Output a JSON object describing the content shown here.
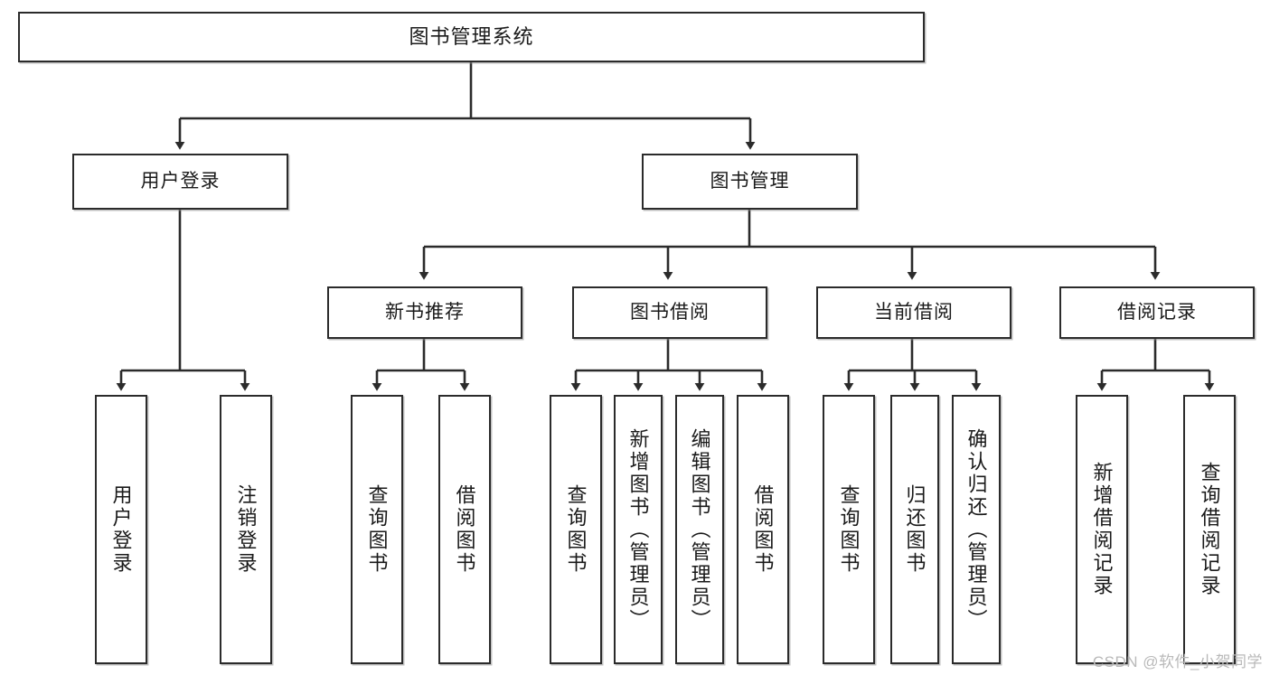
{
  "diagram": {
    "type": "tree",
    "title": "图书管理系统",
    "watermark": "CSDN @软件_小贺同学",
    "colors": {
      "box_border": "#2b2b2b",
      "box_fill": "#ffffff",
      "connector": "#2b2b2b",
      "background": "#ffffff",
      "watermark": "#b9b9b9"
    },
    "nodes": {
      "root": {
        "label": "图书管理系统"
      },
      "l1": [
        {
          "label": "用户登录"
        },
        {
          "label": "图书管理"
        }
      ],
      "l2": [
        {
          "label": "新书推荐"
        },
        {
          "label": "图书借阅"
        },
        {
          "label": "当前借阅"
        },
        {
          "label": "借阅记录"
        }
      ],
      "leaves": [
        {
          "label": "用户登录",
          "parent": "用户登录"
        },
        {
          "label": "注销登录",
          "parent": "用户登录"
        },
        {
          "label": "查询图书",
          "parent": "新书推荐"
        },
        {
          "label": "借阅图书",
          "parent": "新书推荐"
        },
        {
          "label": "查询图书",
          "parent": "图书借阅"
        },
        {
          "label": "新增图书（管理员）",
          "parent": "图书借阅"
        },
        {
          "label": "编辑图书（管理员）",
          "parent": "图书借阅"
        },
        {
          "label": "借阅图书",
          "parent": "图书借阅"
        },
        {
          "label": "查询图书",
          "parent": "当前借阅"
        },
        {
          "label": "归还图书",
          "parent": "当前借阅"
        },
        {
          "label": "确认归还（管理员）",
          "parent": "当前借阅"
        },
        {
          "label": "新增借阅记录",
          "parent": "借阅记录"
        },
        {
          "label": "查询借阅记录",
          "parent": "借阅记录"
        }
      ]
    }
  }
}
